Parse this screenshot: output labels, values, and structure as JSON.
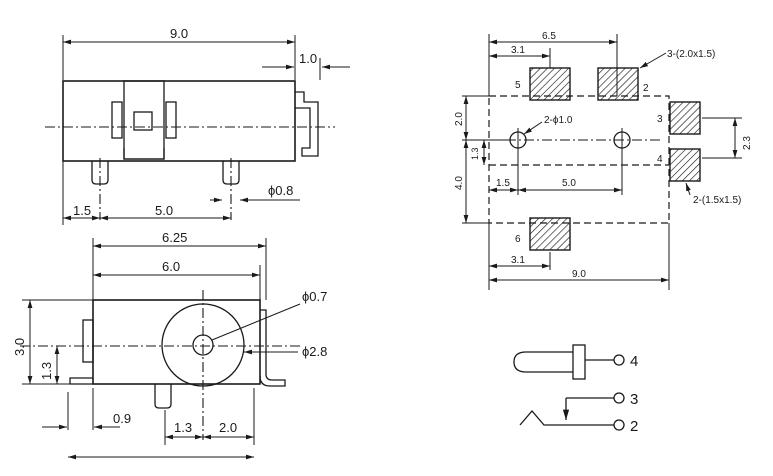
{
  "side_view": {
    "overall_width": "9.0",
    "protrusion": "1.0",
    "pin_offset": "1.5",
    "pin_pitch": "5.0",
    "pin_diameter": "ϕ0.8"
  },
  "front_view": {
    "outer_width": "6.25",
    "inner_width": "6.0",
    "height": "3.0",
    "center_height": "1.3",
    "hole_diameter": "ϕ0.7",
    "ring_diameter": "ϕ2.8",
    "pin_offset": "0.9",
    "center_offset": "1.3",
    "center_right": "2.0"
  },
  "footprint": {
    "overall_pitch": "6.5",
    "half_pitch": "3.1",
    "pad_spec_large": "3-(2.0x1.5)",
    "pad_spec_small": "2-(1.5x1.5)",
    "hole_spec": "2-ϕ1.0",
    "top_offset": "2.0",
    "mid_offset": "1.3",
    "lower_height": "4.0",
    "right_gap": "2.3",
    "hole_left": "1.5",
    "hole_pitch": "5.0",
    "bottom_offset": "3.1",
    "overall_width": "9.0",
    "pad_labels": [
      "5",
      "2",
      "3",
      "4",
      "6"
    ]
  },
  "schematic": {
    "terminals": [
      "4",
      "3",
      "2"
    ]
  }
}
